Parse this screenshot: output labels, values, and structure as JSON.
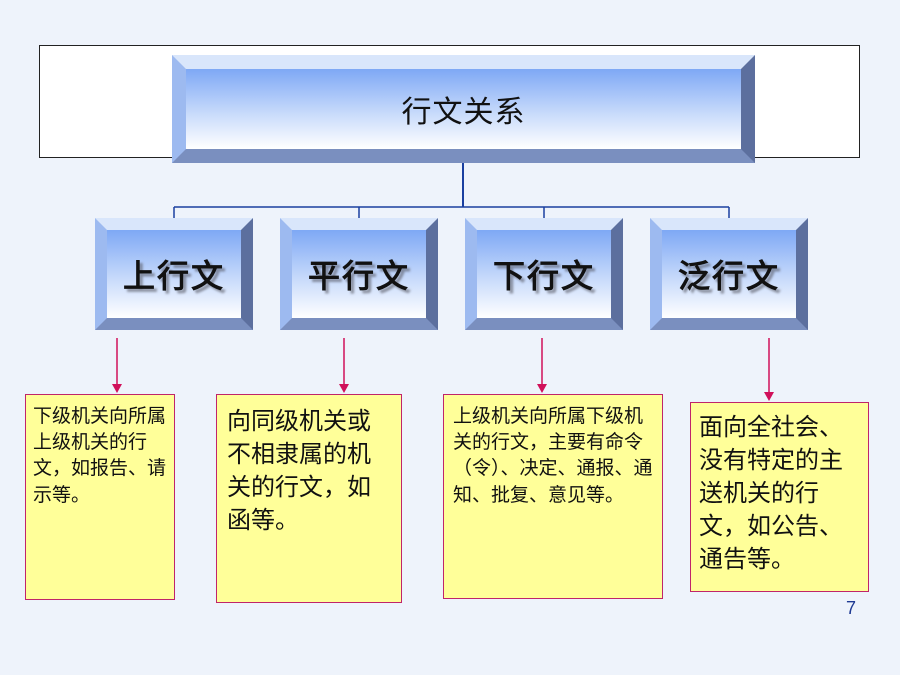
{
  "title": "行文关系",
  "categories": [
    {
      "label": "上行文",
      "description": "下级机关向所属上级机关的行文，如报告、请示等。"
    },
    {
      "label": "平行文",
      "description": "向同级机关或不相隶属的机关的行文，如函等。"
    },
    {
      "label": "下行文",
      "description": "上级机关向所属下级机关的行文，主要有命令（令）、决定、通报、通知、批复、意见等。"
    },
    {
      "label": "泛行文",
      "description": "面向全社会、没有特定的主送机关的行文，如公告、通告等。"
    }
  ],
  "page_number": "7",
  "colors": {
    "connector": "#1a3fa0",
    "arrow": "#d0105a",
    "note_fill": "#ffff99",
    "note_border": "#c0246a"
  }
}
